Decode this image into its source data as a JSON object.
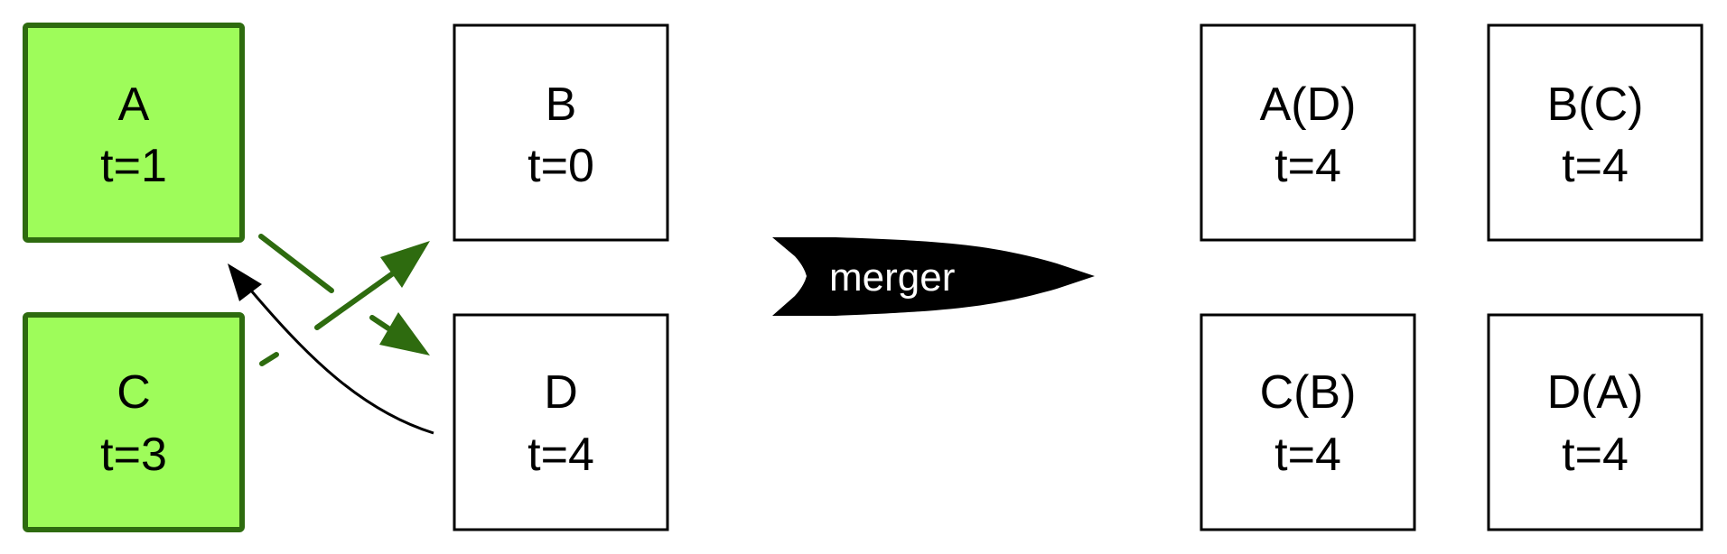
{
  "colors": {
    "active_fill": "#9efc5a",
    "active_stroke": "#2e6b0f",
    "arrow_green": "#2e6b0f",
    "arrow_black": "#000000",
    "node_stroke": "#000000"
  },
  "before": {
    "nodes": {
      "A": {
        "name": "A",
        "time": "t=1",
        "active": true
      },
      "B": {
        "name": "B",
        "time": "t=0",
        "active": false
      },
      "C": {
        "name": "C",
        "time": "t=3",
        "active": true
      },
      "D": {
        "name": "D",
        "time": "t=4",
        "active": false
      }
    }
  },
  "merge": {
    "label": "merger"
  },
  "after": {
    "nodes": {
      "AD": {
        "name": "A(D)",
        "time": "t=4"
      },
      "BC": {
        "name": "B(C)",
        "time": "t=4"
      },
      "CB": {
        "name": "C(B)",
        "time": "t=4"
      },
      "DA": {
        "name": "D(A)",
        "time": "t=4"
      }
    }
  },
  "edges": [
    {
      "from": "A",
      "to": "D",
      "style": "dashed-green"
    },
    {
      "from": "C",
      "to": "B",
      "style": "dashed-green"
    },
    {
      "from": "D",
      "to": "A",
      "style": "black"
    }
  ]
}
